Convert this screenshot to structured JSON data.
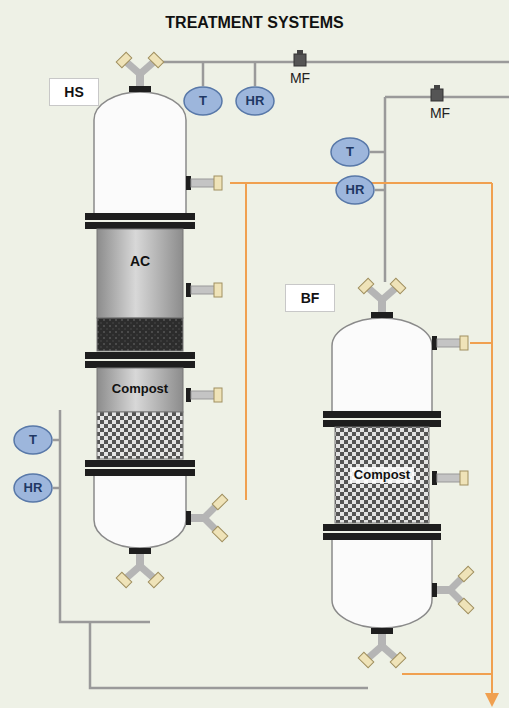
{
  "diagram": {
    "title": "TREATMENT SYSTEMS",
    "nodes": [
      {
        "text": [
          "HS"
        ]
      },
      {
        "text": [
          "AC"
        ]
      },
      {
        "text": [
          "Compost"
        ]
      },
      {
        "text": [
          "T"
        ]
      },
      {
        "text": [
          "HR"
        ]
      },
      {
        "text": [
          "T"
        ]
      },
      {
        "text": [
          "HR"
        ]
      },
      {
        "text": [
          "BF"
        ]
      },
      {
        "text": [
          "Compost"
        ]
      },
      {
        "text": [
          "T"
        ]
      },
      {
        "text": [
          "HR"
        ]
      }
    ],
    "labels": [
      "MF",
      "MF"
    ]
  }
}
